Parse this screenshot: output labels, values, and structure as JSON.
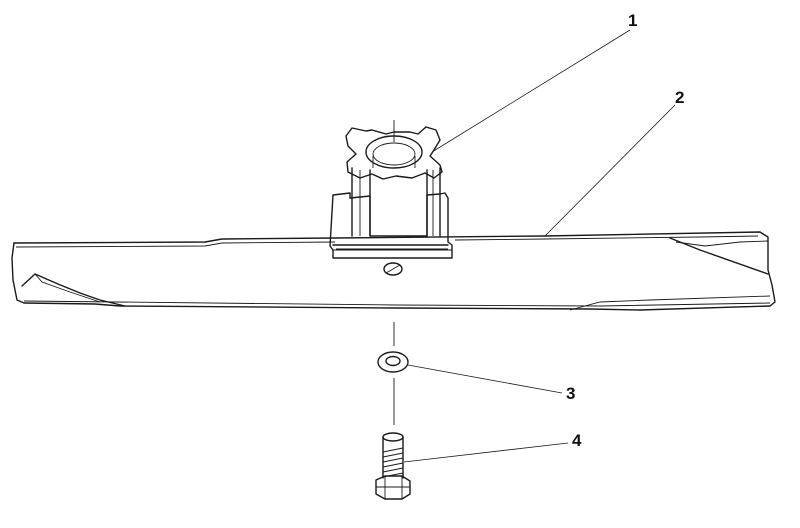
{
  "callouts": [
    {
      "id": "1",
      "label": "1"
    },
    {
      "id": "2",
      "label": "2"
    },
    {
      "id": "3",
      "label": "3"
    },
    {
      "id": "4",
      "label": "4"
    }
  ],
  "colors": {
    "ink": "#1a1a1a",
    "background": "#ffffff"
  }
}
